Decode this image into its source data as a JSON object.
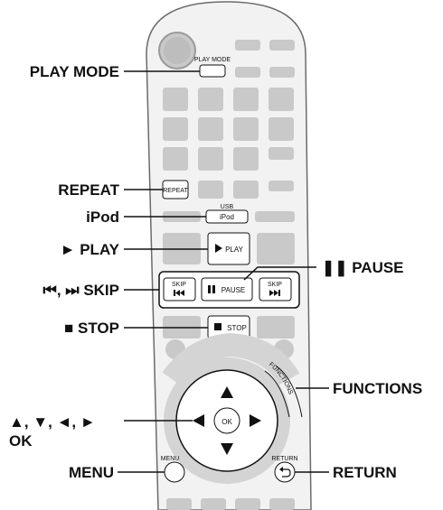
{
  "callouts": {
    "play_mode": "PLAY MODE",
    "repeat": "REPEAT",
    "ipod": "iPod",
    "play": "► PLAY",
    "pause": "❚❚ PAUSE",
    "skip": "⏮, ⏭ SKIP",
    "stop": "■ STOP",
    "functions": "FUNCTIONS",
    "arrows": "▲, ▼, ◄, ►",
    "ok": "OK",
    "menu": "MENU",
    "return": "RETURN"
  },
  "remote_labels": {
    "play_mode": "PLAY MODE",
    "repeat": "REPEAT",
    "usb": "USB",
    "ipod": "iPod",
    "play": "PLAY",
    "skip": "SKIP",
    "pause": "PAUSE",
    "stop": "STOP",
    "functions": "FUNCTIONS",
    "ok": "OK",
    "menu": "MENU",
    "return": "RETURN"
  },
  "icons": {
    "play": "play-triangle",
    "pause": "pause-bars",
    "skip_back": "skip-previous",
    "skip_forward": "skip-next",
    "stop": "stop-square",
    "up": "arrow-up",
    "down": "arrow-down",
    "left": "arrow-left",
    "right": "arrow-right",
    "return": "return-arrow"
  },
  "colors": {
    "remote_fill": "#f2f2f2",
    "remote_stroke": "#6b6b6b",
    "button_gray": "#c9c9c9",
    "ring_gray": "#d4d4d4",
    "ink": "#111111"
  }
}
